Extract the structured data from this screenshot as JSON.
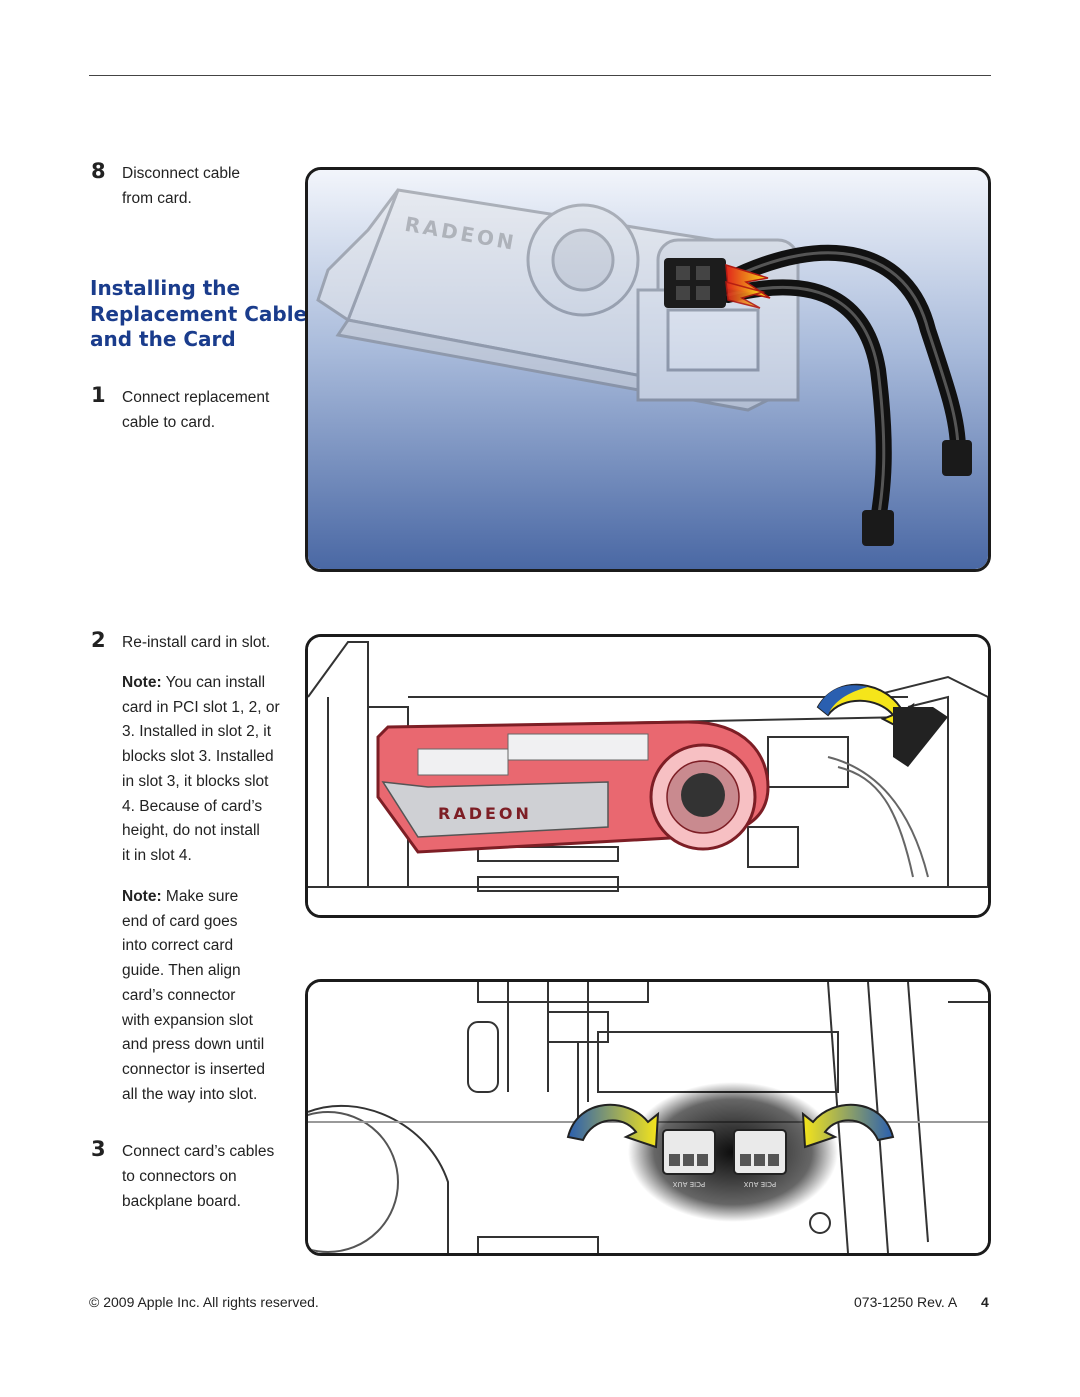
{
  "steps": {
    "disconnect": {
      "number": "8",
      "line1": "Disconnect cable",
      "line2": "from card."
    },
    "section_title": {
      "line1": "Installing the",
      "line2": "Replacement Cable",
      "line3": "and the Card"
    },
    "connect": {
      "number": "1",
      "line1": "Connect replacement",
      "line2": "cable to card."
    },
    "reinstall": {
      "number": "2",
      "text": "Re-install card in slot."
    },
    "note1": {
      "label": "Note:",
      "lines": [
        "You can install",
        "card in PCI slot 1, 2, or",
        "3. Installed in slot 2, it",
        "blocks slot 3. Installed",
        "in slot 3, it blocks slot",
        "4. Because of card’s",
        "height, do not install",
        "it in slot 4."
      ]
    },
    "note2": {
      "label": "Note:",
      "lines": [
        "Make sure",
        "end of card goes",
        "into correct card",
        "guide. Then align",
        "card’s connector",
        "with expansion slot",
        "and press down until",
        "connector is inserted",
        "all the way into slot."
      ]
    },
    "connect_cables": {
      "number": "3",
      "line1": "Connect card’s cables",
      "line2": "to connectors on",
      "line3": "backplane board."
    }
  },
  "illustrations": {
    "card_brand": "RADEON",
    "port_label": "PCIE AUX"
  },
  "footer": {
    "copyright": "© 2009 Apple Inc. All rights reserved.",
    "doc_number": "073-1250 Rev. A",
    "page_number": "4"
  },
  "colors": {
    "title_blue": "#1a3c8c",
    "panel_gradient_top": "#eef2fa",
    "panel_gradient_bottom": "#4c6aa6",
    "card_red": "#e06068",
    "arrow_yellow": "#f5e51a",
    "arrow_blue": "#2a5fb0"
  }
}
